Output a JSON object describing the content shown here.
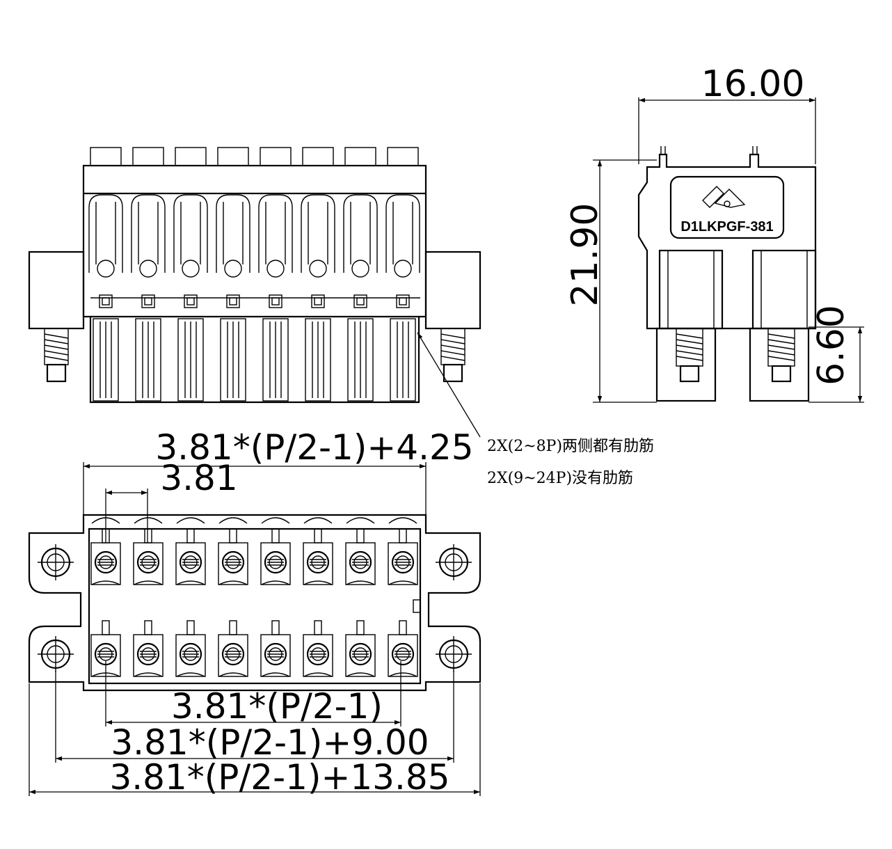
{
  "side_view": {
    "width_dim": "16.00",
    "height_dim": "21.90",
    "screw_dim": "6.60",
    "model_label": "D1LKPGF-381"
  },
  "top_view": {
    "overall_dim": "3.81*(P/2-1)+4.25",
    "pitch_dim": "3.81"
  },
  "bottom_view": {
    "span_dim": "3.81*(P/2-1)",
    "holes_dim": "3.81*(P/2-1)+9.00",
    "total_dim": "3.81*(P/2-1)+13.85"
  },
  "notes": [
    "2X(2~8P)两侧都有肋筋",
    "2X(9~24P)没有肋筋"
  ]
}
